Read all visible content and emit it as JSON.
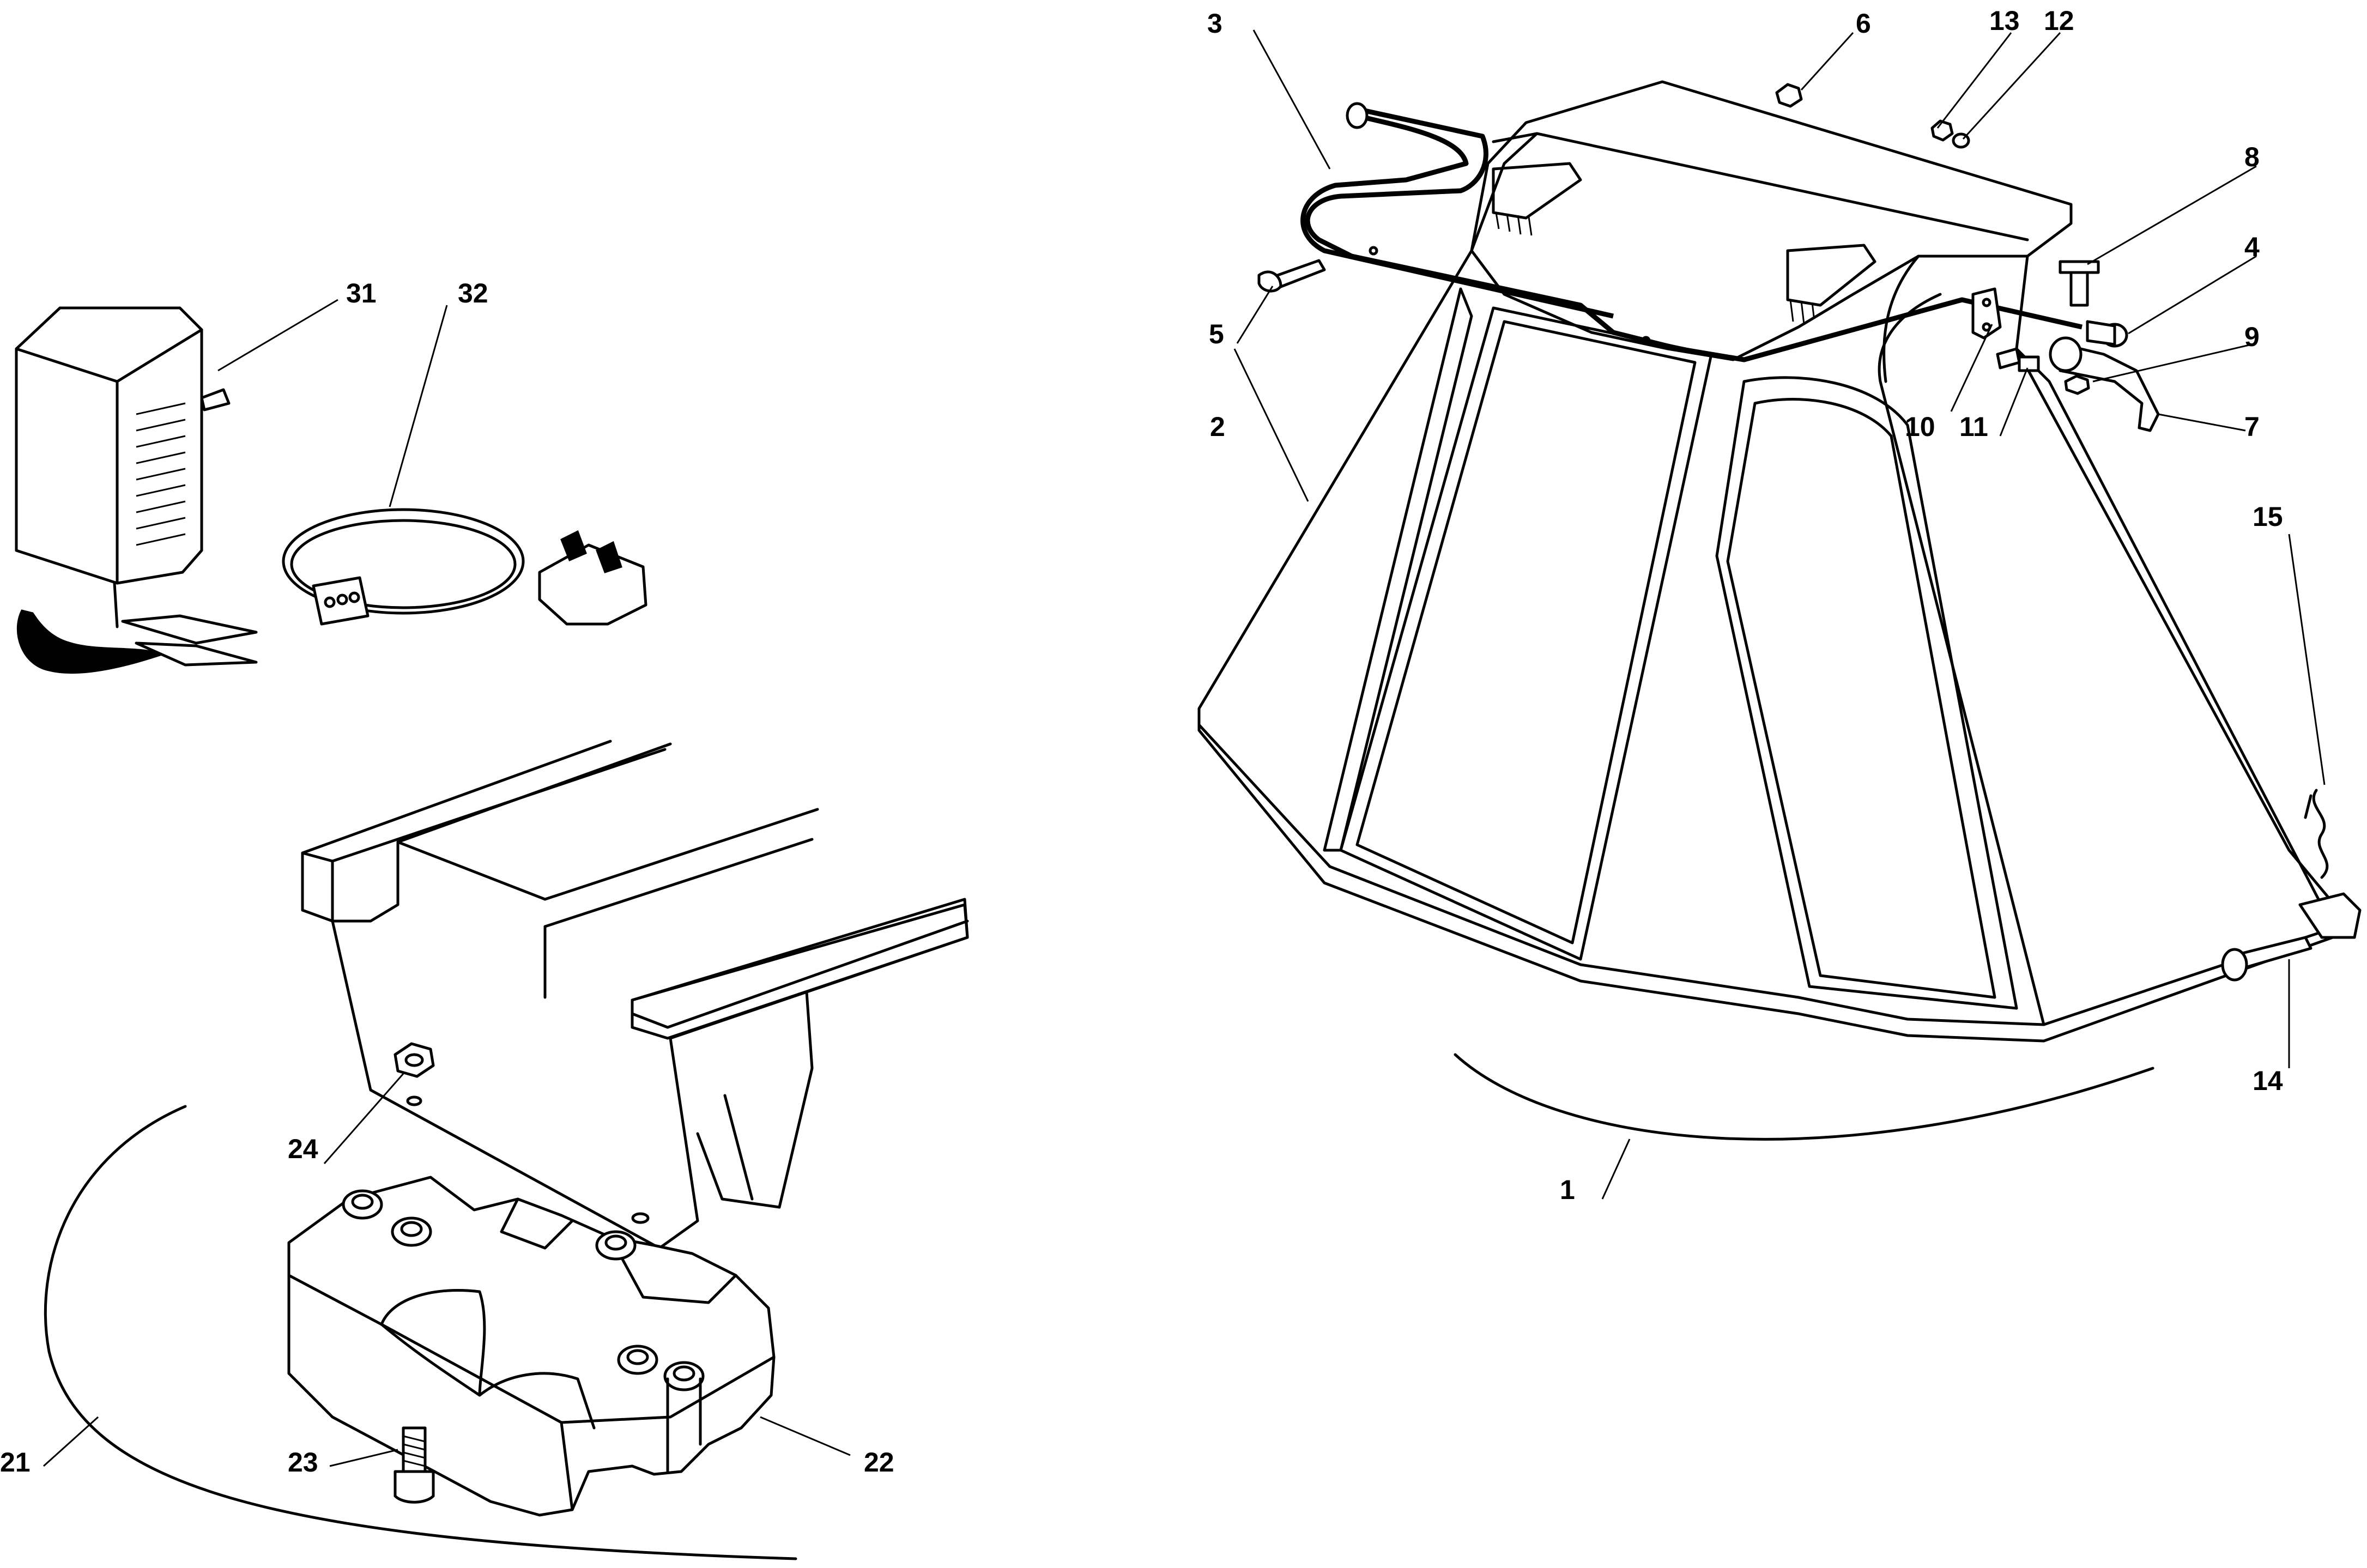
{
  "diagram": {
    "callouts": [
      "1",
      "2",
      "3",
      "4",
      "5",
      "6",
      "7",
      "8",
      "9",
      "10",
      "11",
      "12",
      "13",
      "14",
      "15",
      "21",
      "22",
      "23",
      "24",
      "31",
      "32"
    ]
  },
  "colors": {
    "line": "#000000",
    "background": "#ffffff"
  }
}
